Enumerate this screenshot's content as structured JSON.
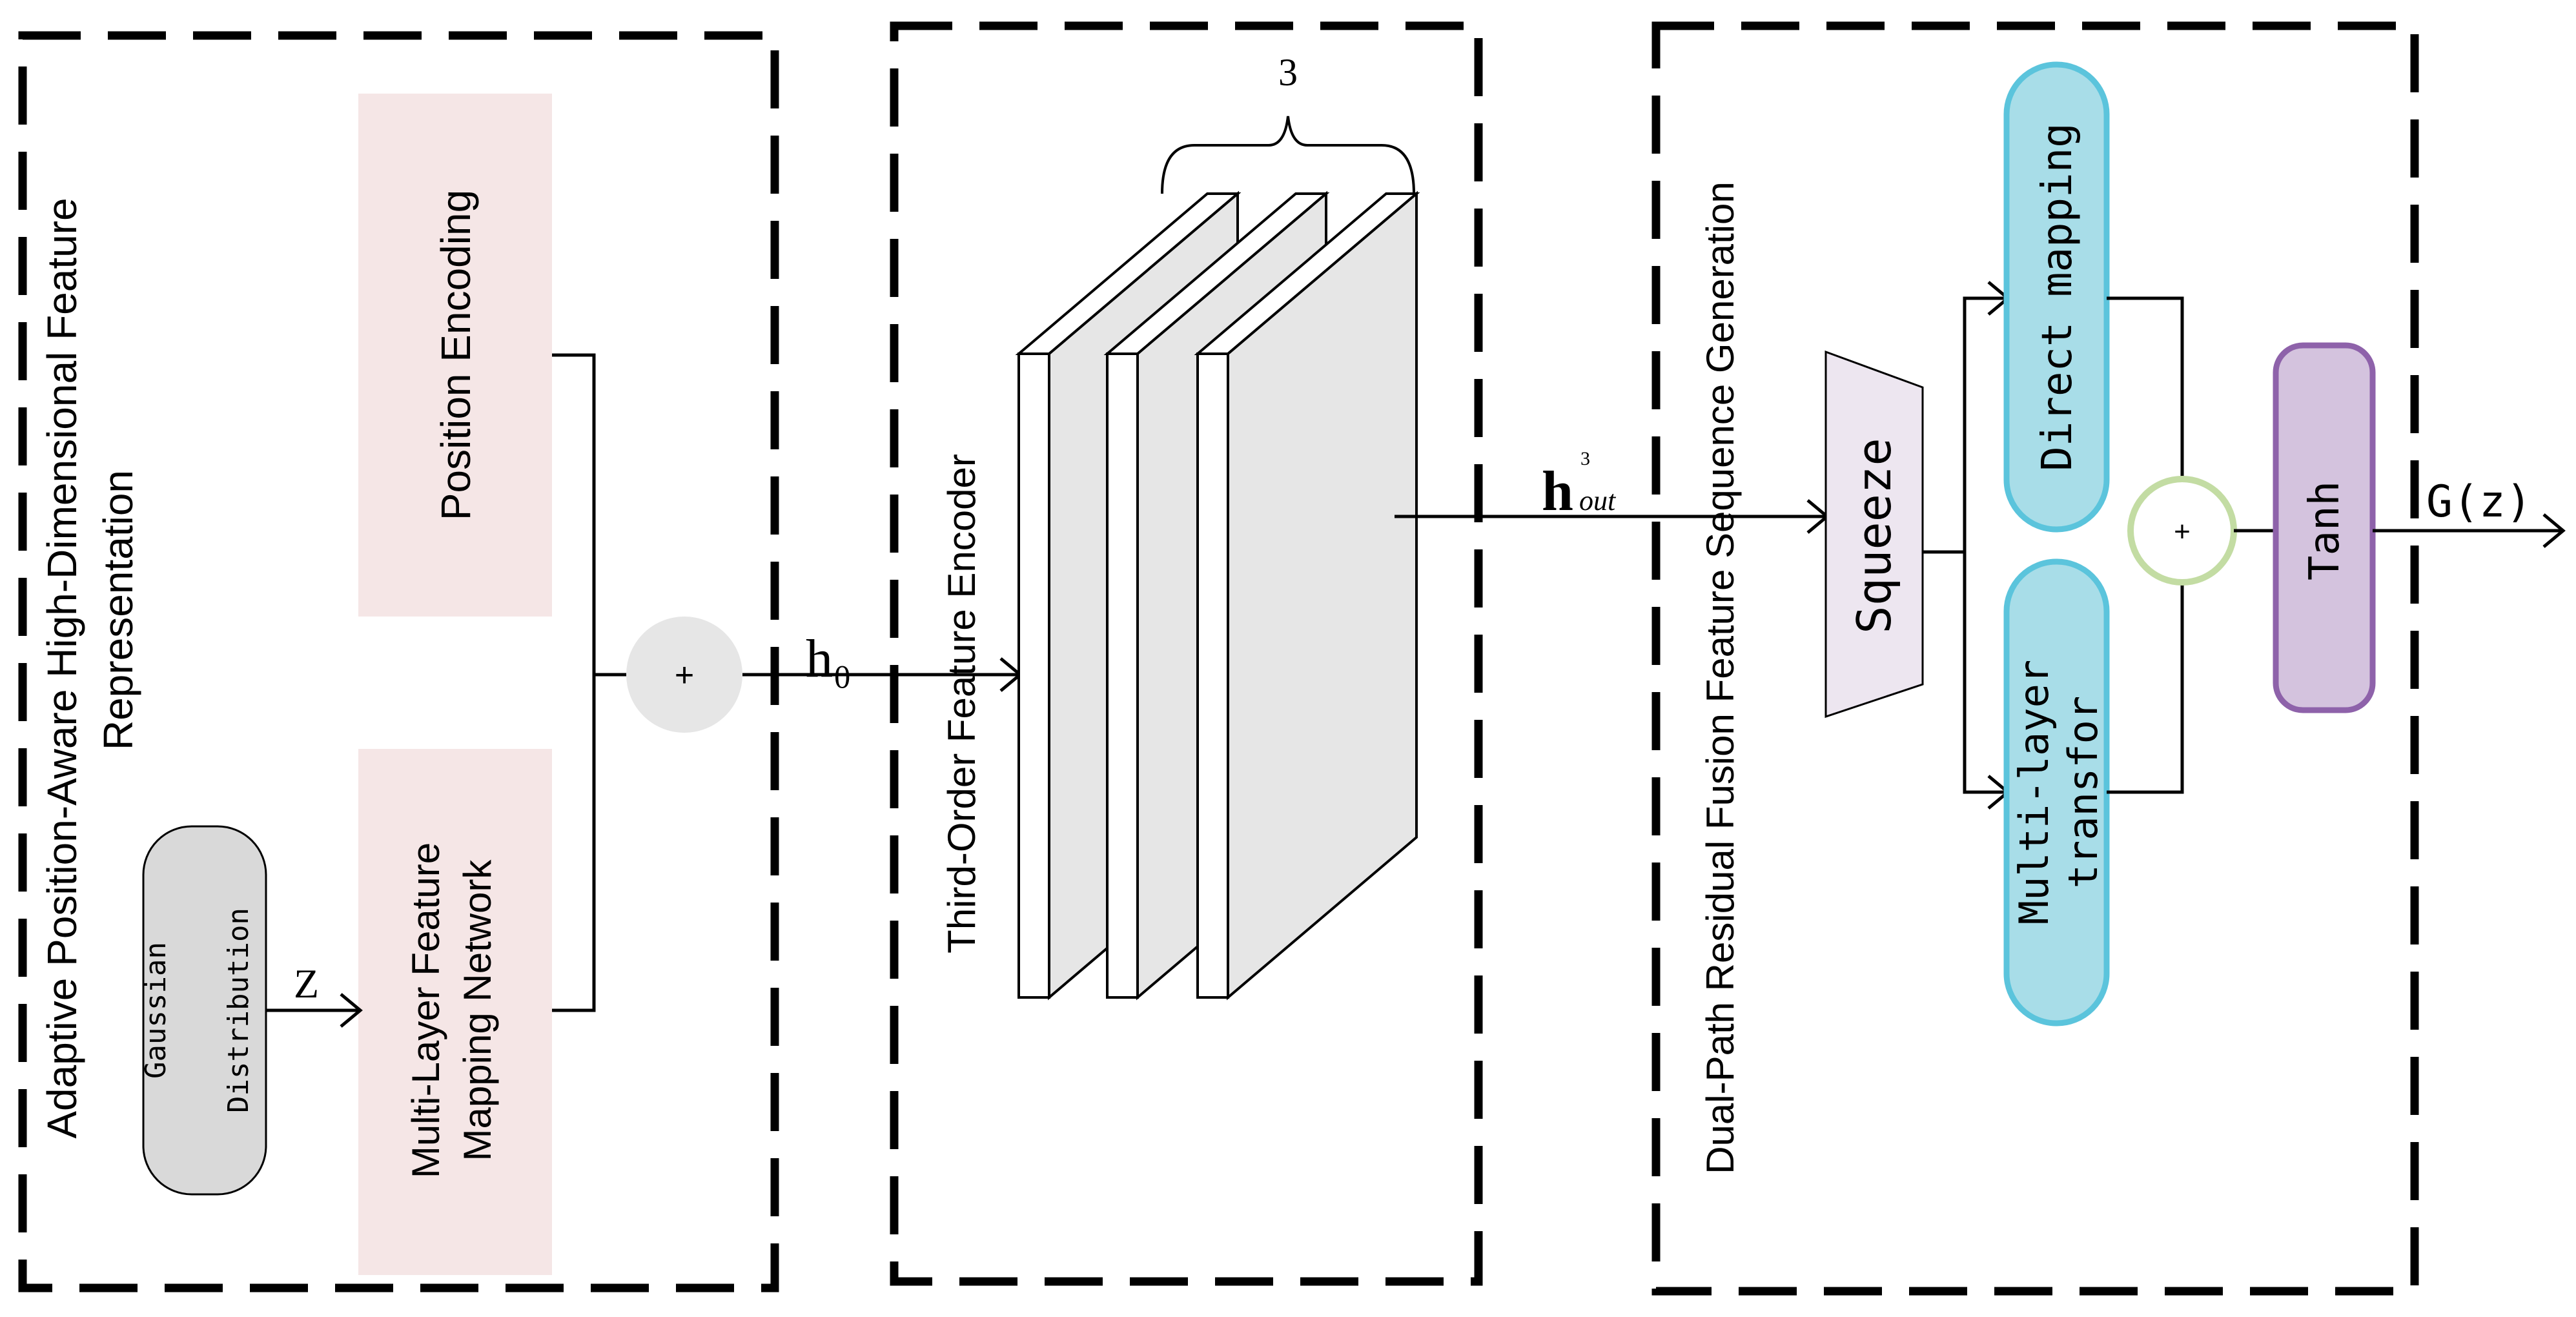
{
  "sections": {
    "left_title_line1": "Adaptive Position-Aware High-Dimensional Feature",
    "left_title_line2": "Representation",
    "middle_title": "Third-Order Feature Encoder",
    "right_title": "Dual-Path Residual Fusion Feature Sequence Generation"
  },
  "nodes": {
    "gaussian_line1": "Gaussian",
    "gaussian_line2": "Distribution",
    "mlp_line1": "Multi-Layer Feature",
    "mlp_line2": "Mapping Network",
    "position_encoding": "Position Encoding",
    "add_symbol_1": "+",
    "squeeze": "Squeeze",
    "direct_mapping": "Direct mapping",
    "multilayer_line1": "Multi-layer",
    "multilayer_line2": "transfor",
    "add_symbol_2": "+",
    "tanh": "Tanh"
  },
  "labels": {
    "z": "Z",
    "h0": "h₀",
    "h_out_base": "h",
    "h_out_sup": "3",
    "h_out_sub": "out",
    "layer_count": "3",
    "output": "G(z)"
  },
  "colors": {
    "position_fill": "#f5e6e6",
    "gaussian_fill": "#d9d9d9",
    "adder1_fill": "#e6e6e6",
    "panel_face": "#e6e6e6",
    "squeeze_fill": "#ede6f0",
    "cyan_fill": "#a8dde8",
    "cyan_stroke": "#5bc4dc",
    "adder2_fill": "#ffffff",
    "adder2_stroke": "#c3dca3",
    "tanh_fill": "#d4c3de",
    "tanh_stroke": "#8e62aa"
  }
}
